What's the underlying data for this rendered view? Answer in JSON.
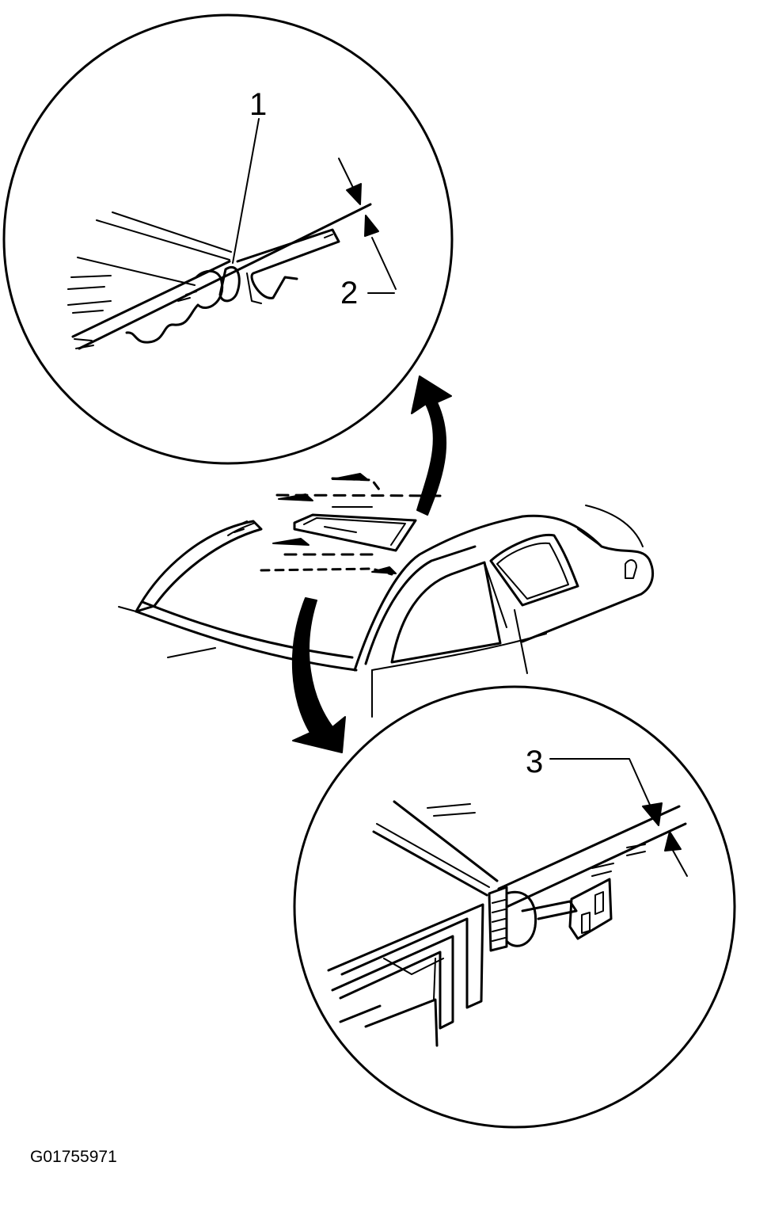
{
  "callouts": {
    "one": "1",
    "two": "2",
    "three": "3"
  },
  "figure_code": "G01755971"
}
